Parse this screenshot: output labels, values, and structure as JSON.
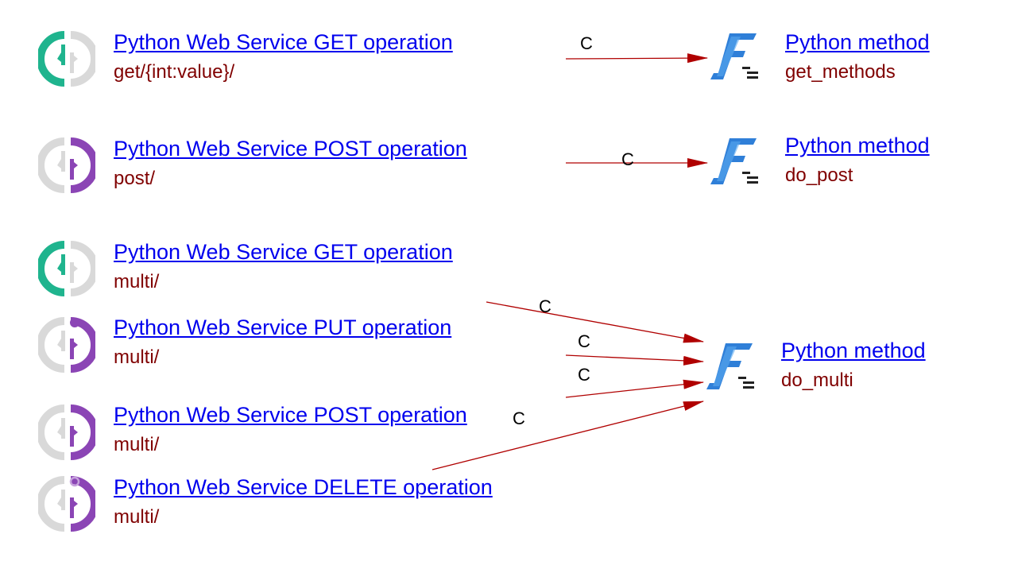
{
  "operations": [
    {
      "kind": "get",
      "label": "Python Web Service GET operation",
      "path": "get/{int:value}/"
    },
    {
      "kind": "post",
      "label": "Python Web Service POST operation",
      "path": "post/"
    },
    {
      "kind": "get",
      "label": "Python Web Service GET operation",
      "path": "multi/"
    },
    {
      "kind": "put",
      "label": "Python Web Service PUT operation",
      "path": "multi/"
    },
    {
      "kind": "post",
      "label": "Python Web Service POST operation",
      "path": "multi/"
    },
    {
      "kind": "delete",
      "label": "Python Web Service DELETE operation",
      "path": "multi/"
    }
  ],
  "methods": [
    {
      "label": "Python method",
      "name": "get_methods"
    },
    {
      "label": "Python method",
      "name": "do_post"
    },
    {
      "label": "Python method",
      "name": "do_multi"
    }
  ],
  "edges": [
    {
      "from": 0,
      "to": 0,
      "label": "C"
    },
    {
      "from": 1,
      "to": 1,
      "label": "C"
    },
    {
      "from": 2,
      "to": 2,
      "label": "C"
    },
    {
      "from": 3,
      "to": 2,
      "label": "C"
    },
    {
      "from": 4,
      "to": 2,
      "label": "C"
    },
    {
      "from": 5,
      "to": 2,
      "label": "C"
    }
  ],
  "colors": {
    "get_accent": "#1fb48e",
    "other_accent": "#8b45b5",
    "icon_gray": "#d9d9d9",
    "link": "#0000ee",
    "path_text": "#800000",
    "edge": "#b00000",
    "function_icon": "#2f7fd8"
  },
  "icons": {
    "operation": "web-service-operation-icon",
    "method": "python-function-icon"
  }
}
